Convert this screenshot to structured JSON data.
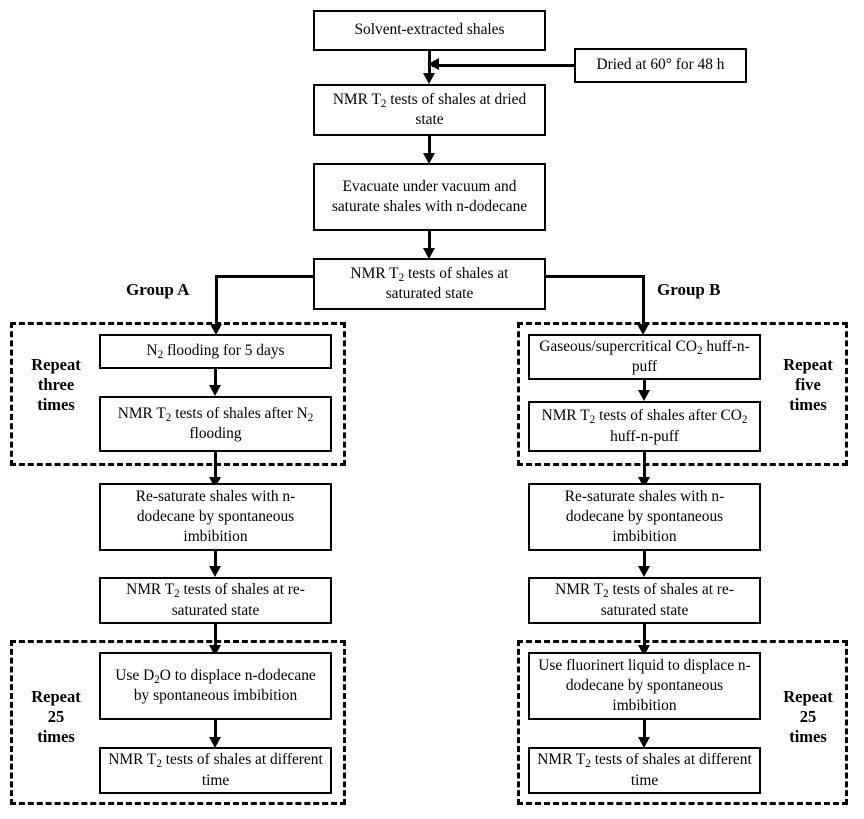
{
  "diagram": {
    "title": "Experimental workflow for NMR T2 shale tests",
    "type": "flowchart",
    "background_color": "#ffffff",
    "line_color": "#000000"
  },
  "nodes": {
    "solvent_extracted": "Solvent-extracted shales",
    "dried": "Dried at 60° for 48 h",
    "nmr_dried": "NMR T<sub>2</sub> tests of shales at dried state",
    "evacuate": "Evacuate under vacuum and saturate shales with n-dodecane",
    "nmr_saturated": "NMR T<sub>2</sub> tests of shales at saturated state",
    "n2_flooding": "N<sub>2</sub> flooding for 5 days",
    "nmr_after_n2": "NMR T<sub>2</sub> tests of shales after N<sub>2</sub> flooding",
    "co2_huff": "Gaseous/supercritical CO<sub>2</sub> huff-n-puff",
    "nmr_after_co2": "NMR T<sub>2</sub> tests of shales after CO<sub>2</sub> huff-n-puff",
    "resaturate_left": "Re-saturate shales with n-dodecane by spontaneous imbibition",
    "nmr_resaturated_left": "NMR T<sub>2</sub> tests of shales at re-saturated state",
    "resaturate_right": "Re-saturate shales with n-dodecane by spontaneous imbibition",
    "nmr_resaturated_right": "NMR T<sub>2</sub> tests of shales at re-saturated state",
    "d2o_displace": "Use D<sub>2</sub>O to displace n-dodecane by spontaneous imbibition",
    "nmr_time_left": "NMR T<sub>2</sub> tests of shales at different time",
    "fluorinert_displace": "Use fluorinert liquid to displace n-dodecane by spontaneous imbibition",
    "nmr_time_right": "NMR T<sub>2</sub> tests of shales at different time"
  },
  "labels": {
    "group_a": "Group A",
    "group_b": "Group B",
    "repeat_three": "Repeat\nthree\ntimes",
    "repeat_five": "Repeat\nfive\ntimes",
    "repeat_25_left": "Repeat\n25\ntimes",
    "repeat_25_right": "Repeat\n25\ntimes"
  }
}
